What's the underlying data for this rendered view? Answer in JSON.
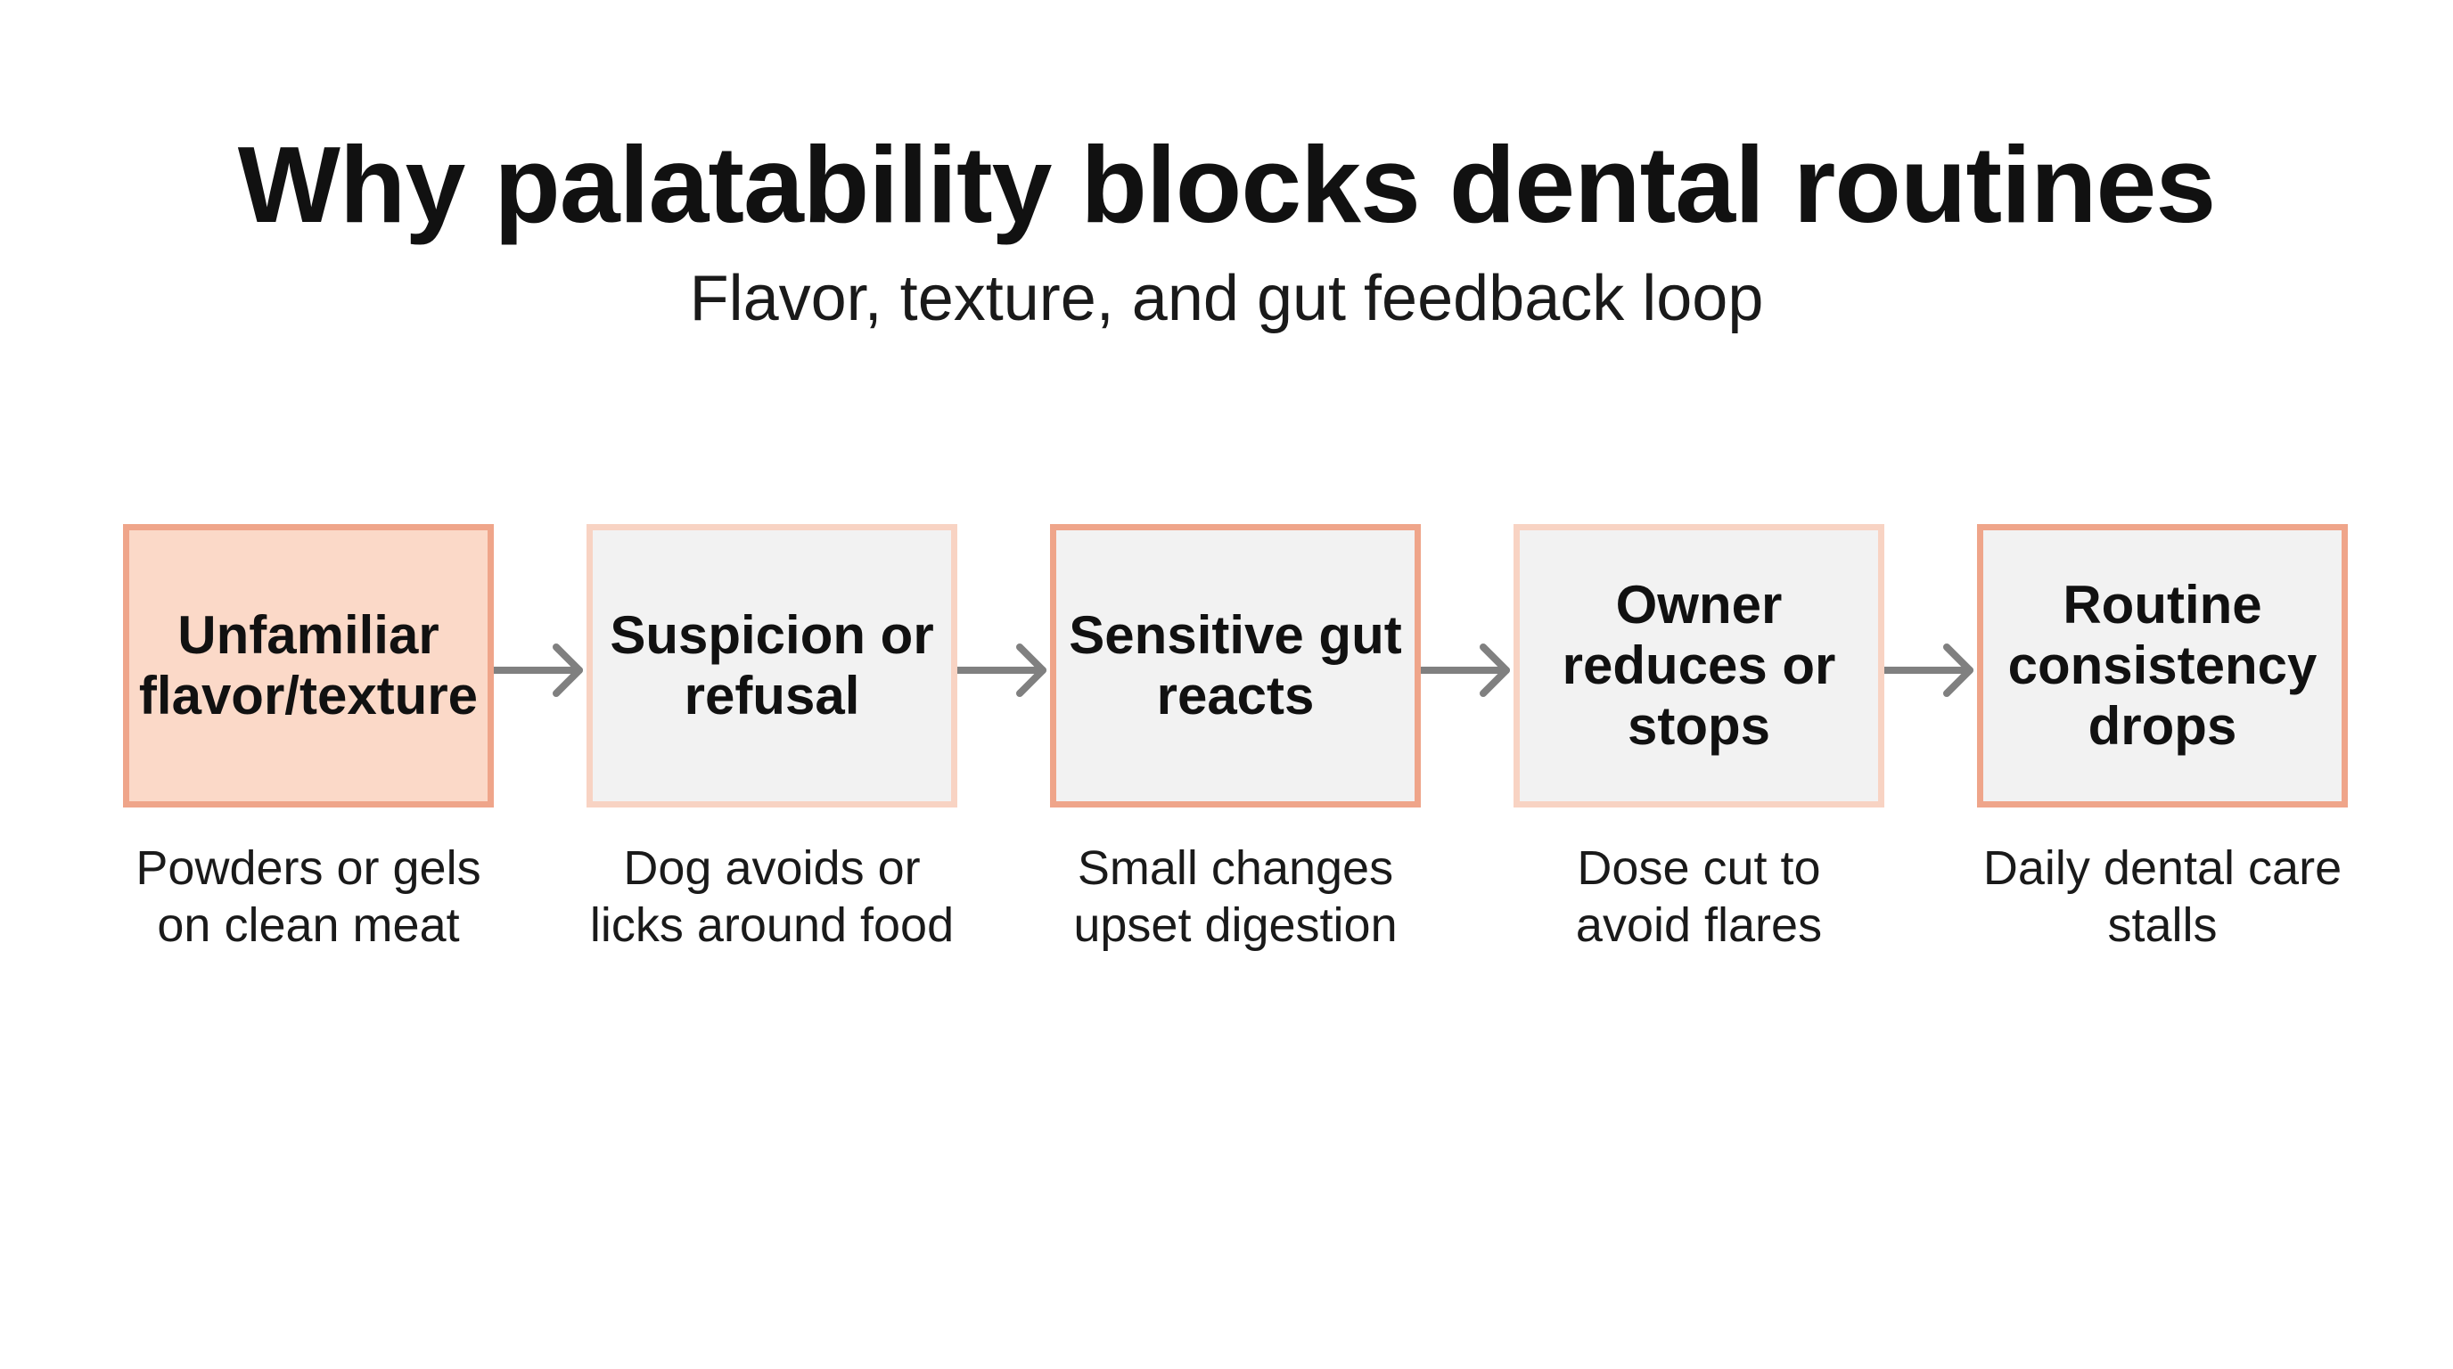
{
  "title": "Why palatability blocks dental routines",
  "subtitle": "Flavor, texture, and gut feedback loop",
  "steps": [
    {
      "label": "Unfamiliar flavor/texture",
      "caption": "Powders or gels on clean meat",
      "style": "active"
    },
    {
      "label": "Suspicion or refusal",
      "caption": "Dog avoids or licks around food",
      "style": "light"
    },
    {
      "label": "Sensitive gut reacts",
      "caption": "Small changes upset digestion",
      "style": "strong"
    },
    {
      "label": "Owner reduces or stops",
      "caption": "Dose cut to avoid flares",
      "style": "light"
    },
    {
      "label": "Routine consistency drops",
      "caption": "Daily dental care stalls",
      "style": "strong"
    }
  ],
  "colors": {
    "accent_border": "#efa58a",
    "light_border": "#f8d3c3",
    "active_fill": "#fbd9c8",
    "box_fill": "#f2f2f2",
    "arrow": "#808080"
  },
  "icons": {
    "connector": "arrow-right-icon"
  }
}
